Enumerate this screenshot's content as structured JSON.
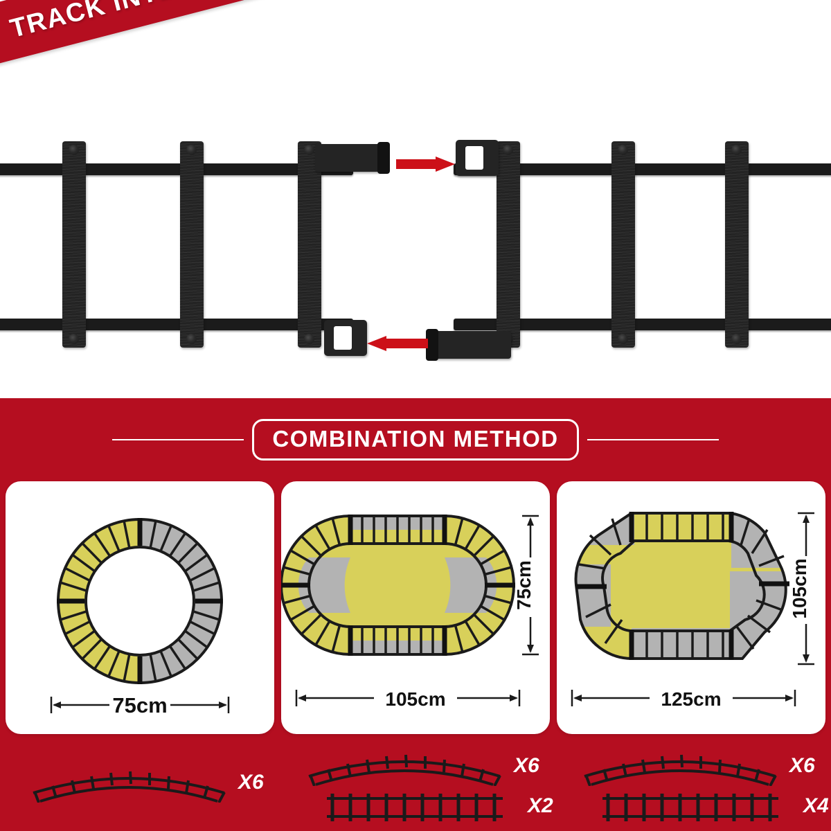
{
  "banner": {
    "title": "TRACK INTERFACE",
    "color": "#B50E20"
  },
  "interface_diagram": {
    "arrow_color": "#CC1018",
    "track_color": "#232323",
    "top_arrow": "arrow-right-icon",
    "bottom_arrow": "arrow-left-icon",
    "male_connector": "plug-tab-icon",
    "female_connector": "socket-slot-icon"
  },
  "method_section": {
    "title": "COMBINATION METHOD",
    "background": "#B50E20",
    "cards": [
      {
        "shape": "circle",
        "width_label": "75cm",
        "height_label": "",
        "curved_color": "#D8D05A",
        "straight_color": "#B3B3B3"
      },
      {
        "shape": "oval",
        "width_label": "105cm",
        "height_label": "75cm",
        "curved_color": "#D8D05A",
        "straight_color": "#B3B3B3"
      },
      {
        "shape": "hexagon",
        "width_label": "125cm",
        "height_label": "105cm",
        "curved_color": "#D8D05A",
        "straight_color": "#B3B3B3"
      }
    ]
  },
  "parts_legend": {
    "columns": [
      {
        "rows": [
          {
            "part": "curved-track",
            "qty": "X6"
          }
        ]
      },
      {
        "rows": [
          {
            "part": "curved-track",
            "qty": "X6"
          },
          {
            "part": "straight-track",
            "qty": "X2"
          }
        ]
      },
      {
        "rows": [
          {
            "part": "curved-track",
            "qty": "X6"
          },
          {
            "part": "straight-track",
            "qty": "X4"
          }
        ]
      }
    ]
  }
}
